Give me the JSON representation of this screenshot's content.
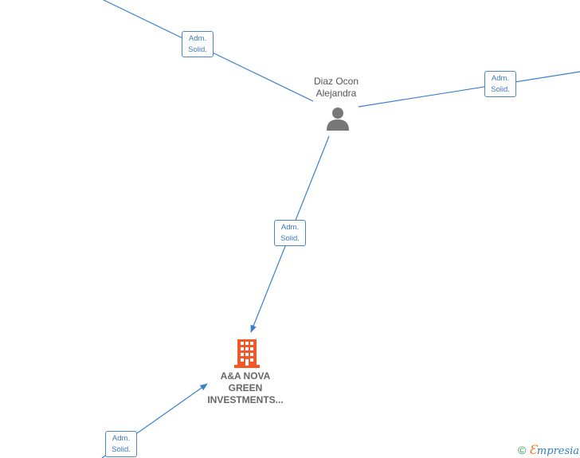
{
  "colors": {
    "edge": "#3a7fd0",
    "label_border": "#4a86c8",
    "label_text": "#3a78c0",
    "person_icon": "#777777",
    "company_icon": "#f0592a",
    "company_text": "#666666",
    "person_text": "#555555"
  },
  "person": {
    "name_line1": "Diaz Ocon",
    "name_line2": "Alejandra",
    "icon": "person-icon"
  },
  "company": {
    "name_line1": "A&A NOVA",
    "name_line2": "GREEN",
    "name_line3": "INVESTMENTS...",
    "icon": "building-icon"
  },
  "relations": [
    {
      "line1": "Adm.",
      "line2": "Solid."
    },
    {
      "line1": "Adm.",
      "line2": "Solid."
    },
    {
      "line1": "Adm.",
      "line2": "Solid."
    },
    {
      "line1": "Adm.",
      "line2": "Solid."
    }
  ],
  "watermark": {
    "copyright": "©",
    "e": "Ɛ",
    "brand": "mpresia"
  }
}
